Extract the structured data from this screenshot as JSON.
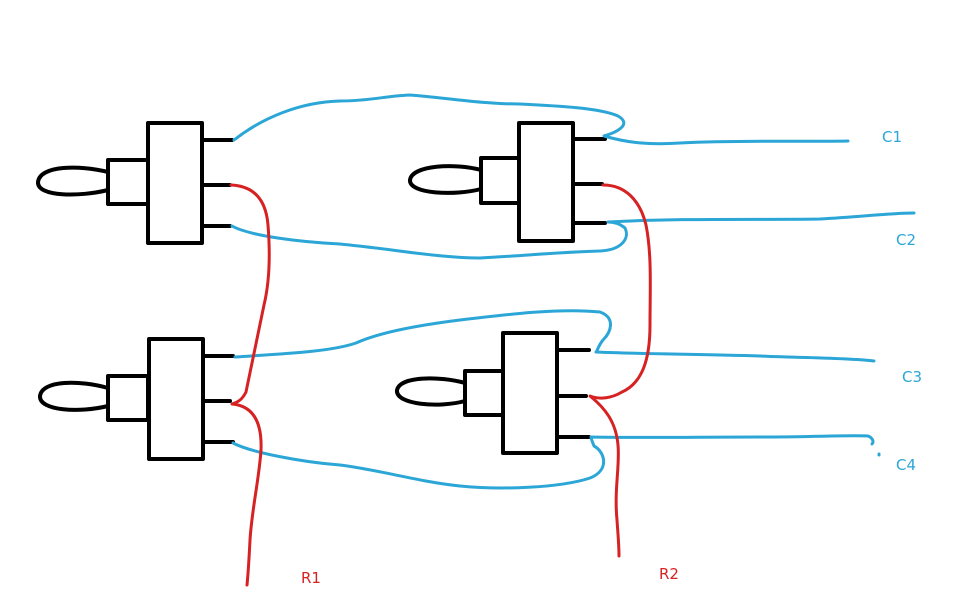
{
  "colors": {
    "switch": "#000000",
    "column_wire": "#2ba6d6",
    "row_wire": "#d62222",
    "background": "#ffffff"
  },
  "labels": {
    "columns": [
      "C1",
      "C2",
      "C3",
      "C4"
    ],
    "rows": [
      "R1",
      "R2"
    ]
  }
}
